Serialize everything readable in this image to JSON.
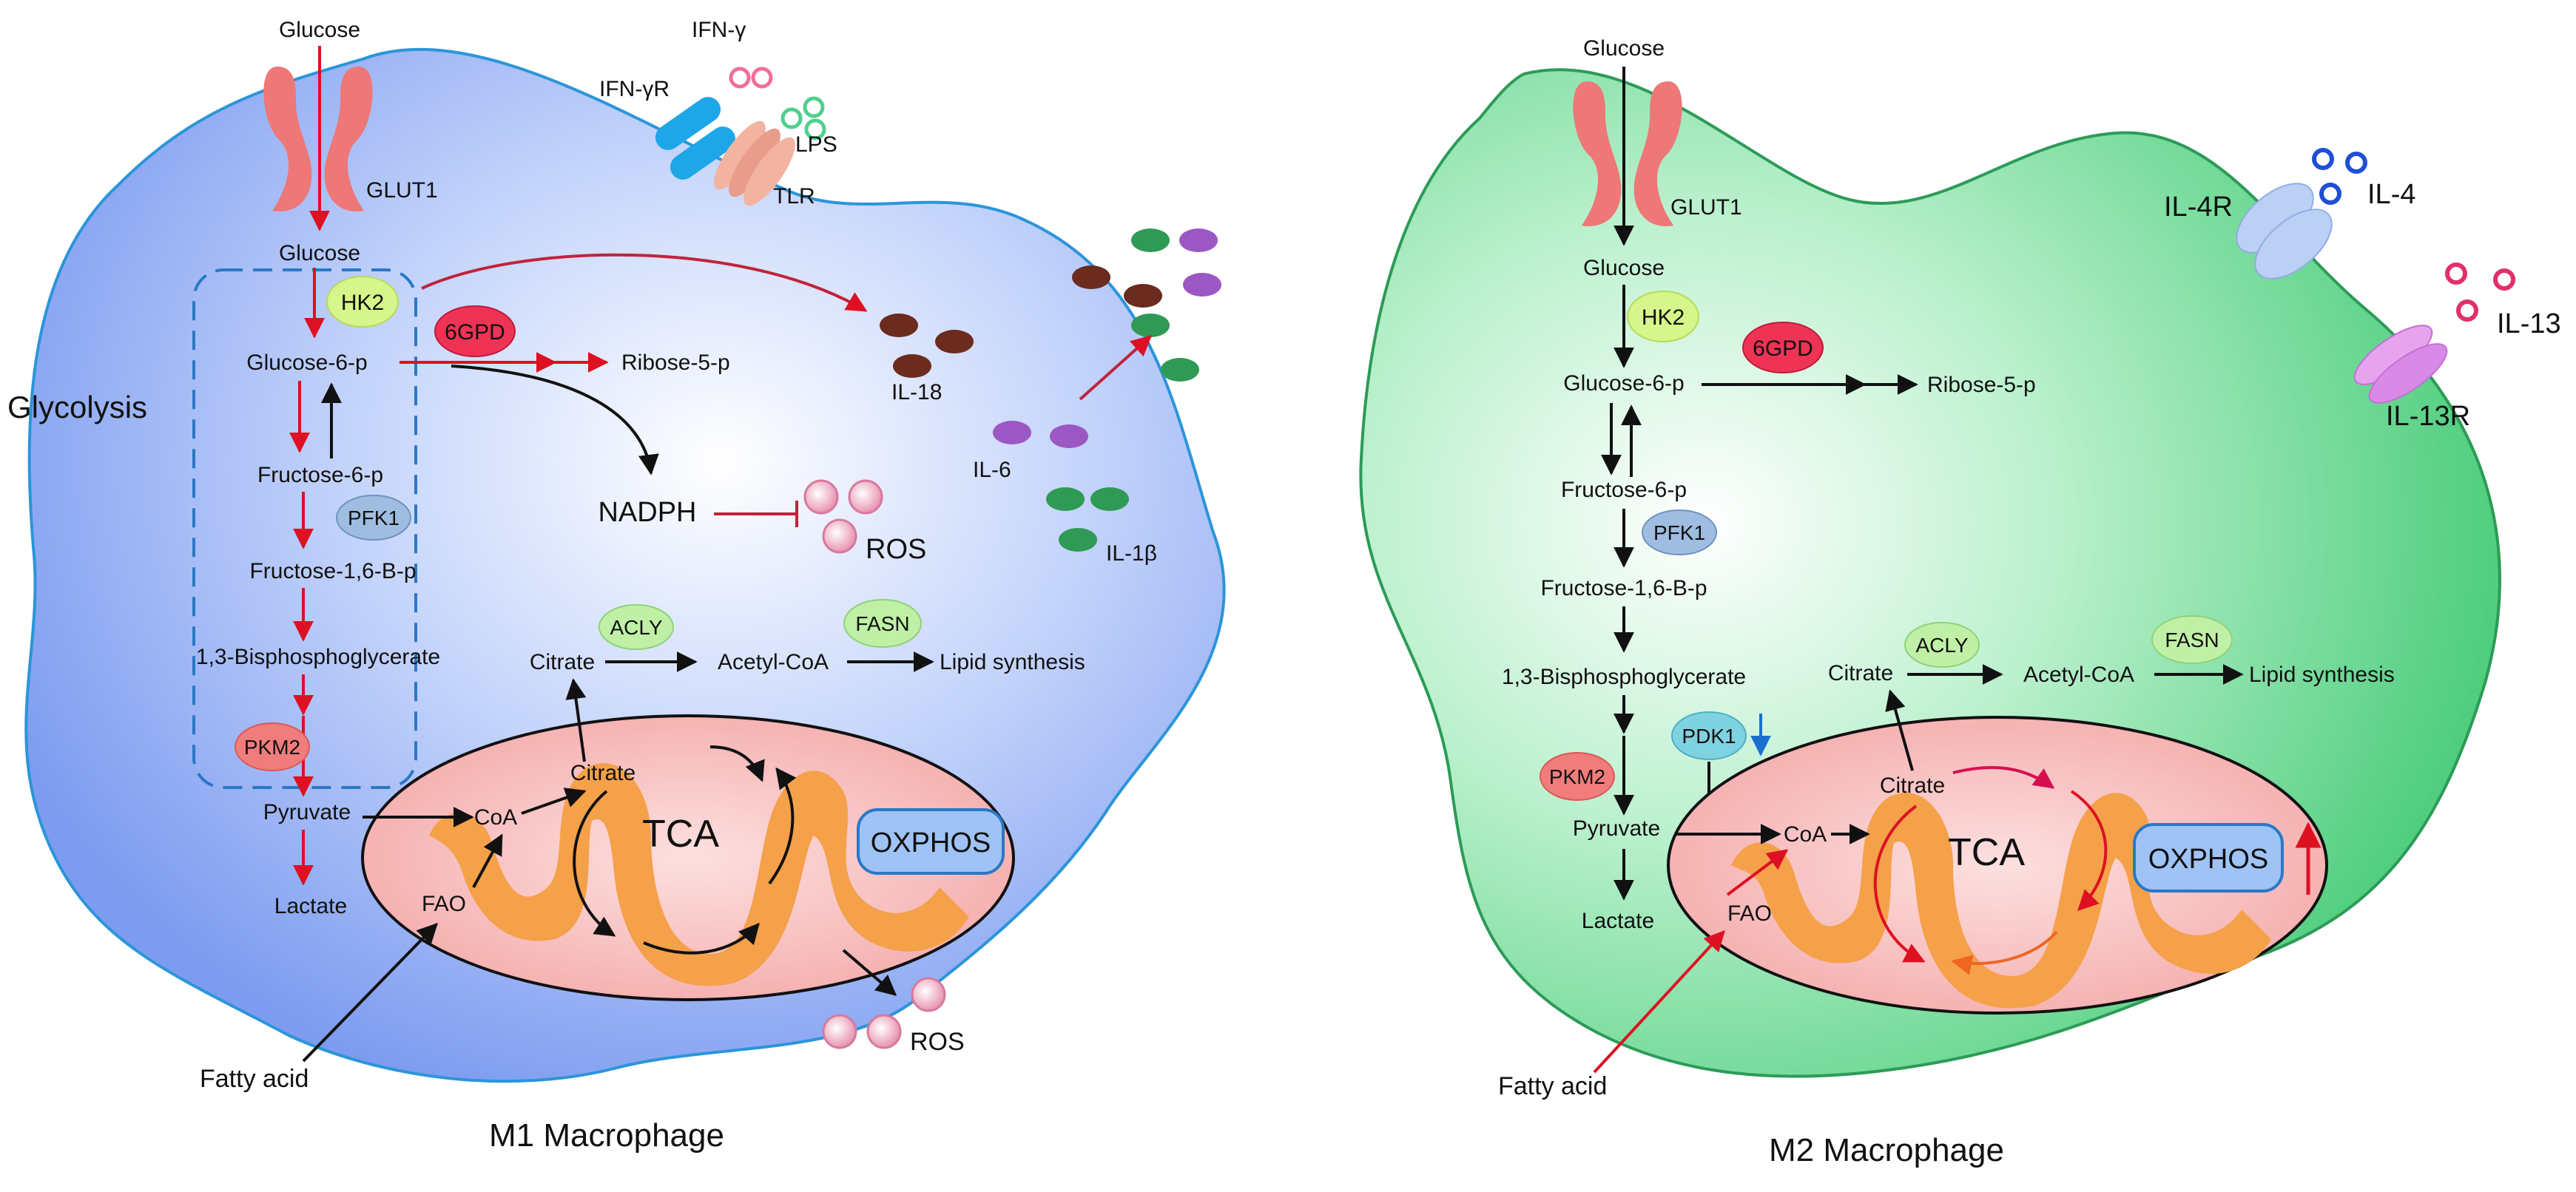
{
  "m1": {
    "title": "M1 Macrophage",
    "glucose_in": "Glucose",
    "glut1": "GLUT1",
    "glucose": "Glucose",
    "glycolysis": "Glycolysis",
    "hk2": "HK2",
    "g6p": "Glucose-6-p",
    "g6pd": "6GPD",
    "ribose": "Ribose-5-p",
    "nadph": "NADPH",
    "ros_top": "ROS",
    "f6p": "Fructose-6-p",
    "pfk1": "PFK1",
    "f16bp": "Fructose-1,6-B-p",
    "bpg": "1,3-Bisphosphoglycerate",
    "pkm2": "PKM2",
    "pyruvate": "Pyruvate",
    "lactate": "Lactate",
    "coa": "CoA",
    "fao": "FAO",
    "fatty_acid": "Fatty acid",
    "citrate_out": "Citrate",
    "citrate_in": "Citrate",
    "acly": "ACLY",
    "acetyl": "Acetyl-CoA",
    "fasn": "FASN",
    "lipid": "Lipid synthesis",
    "tca": "TCA",
    "oxphos": "OXPHOS",
    "ros_bottom": "ROS",
    "ifng": "IFN-γ",
    "ifngr": "IFN-γR",
    "lps": "LPS",
    "tlr": "TLR",
    "il18": "IL-18",
    "il6": "IL-6",
    "il1b": "IL-1β"
  },
  "m2": {
    "title": "M2 Macrophage",
    "glucose_in": "Glucose",
    "glut1": "GLUT1",
    "glucose": "Glucose",
    "hk2": "HK2",
    "g6p": "Glucose-6-p",
    "g6pd": "6GPD",
    "ribose": "Ribose-5-p",
    "f6p": "Fructose-6-p",
    "pfk1": "PFK1",
    "f16bp": "Fructose-1,6-B-p",
    "bpg": "1,3-Bisphosphoglycerate",
    "pdk1": "PDK1",
    "pkm2": "PKM2",
    "pyruvate": "Pyruvate",
    "lactate": "Lactate",
    "coa": "CoA",
    "fao": "FAO",
    "fatty_acid": "Fatty acid",
    "citrate_out": "Citrate",
    "citrate_in": "Citrate",
    "acly": "ACLY",
    "acetyl": "Acetyl-CoA",
    "fasn": "FASN",
    "lipid": "Lipid synthesis",
    "tca": "TCA",
    "oxphos": "OXPHOS",
    "il4r": "IL-4R",
    "il4": "IL-4",
    "il13": "IL-13",
    "il13r": "IL-13R"
  },
  "colors": {
    "m1_cell": "#7e9ff0",
    "m2_cell": "#4fd07f",
    "mito_fill": "#f6b0b0",
    "cristae": "#f5a14a",
    "upregulated_arrow": "#dd1122",
    "downregulated_arrow": "#1a6fd0"
  }
}
